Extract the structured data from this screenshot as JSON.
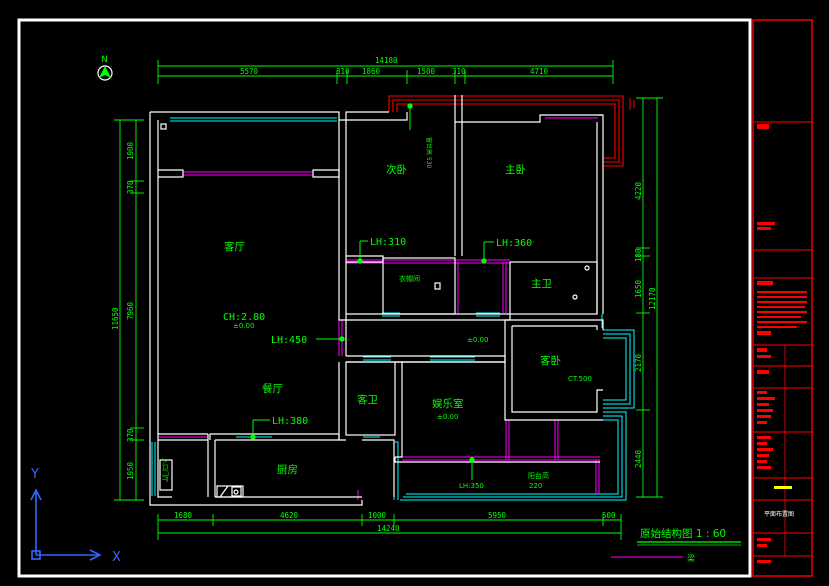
{
  "north_label": "N",
  "axis": {
    "x": "X",
    "y": "Y"
  },
  "dims_top": {
    "overall": "14180",
    "segments": [
      "5570",
      "310",
      "1860",
      "1500",
      "310",
      "4710"
    ]
  },
  "dims_bottom": {
    "overall": "14240",
    "segments": [
      "1680",
      "4620",
      "1000",
      "5950",
      "500"
    ]
  },
  "dims_left": {
    "overall": "11650",
    "segments": [
      "1900",
      "370",
      "7960",
      "370",
      "1950"
    ]
  },
  "dims_right": {
    "overall": "12170",
    "segments": [
      "4220",
      "180",
      "1650",
      "2170",
      "2440"
    ]
  },
  "rooms": {
    "living": "客厅",
    "dining": "餐厅",
    "second_bed": "次卧",
    "master_bed": "主卧",
    "closet": "衣帽间",
    "master_bath": "主卫",
    "guest_bed": "客卧",
    "guest_bath": "客卫",
    "entertainment": "娱乐室",
    "kitchen": "厨房",
    "balcony": "阳台高",
    "entry": "入口门厅"
  },
  "annotations": {
    "ch": "CH:2.80",
    "zero_living": "±0.00",
    "zero_hall": "±0.00",
    "zero_ent": "±0.00",
    "lh310": "LH:310",
    "lh360": "LH:360",
    "lh450": "LH:450",
    "lh380": "LH:380",
    "lh350": "LH:350",
    "balcony_h": "220",
    "ct500": "CT.500",
    "vert_note": "窗台高 530"
  },
  "drawing_title": "原始结构图  1 : 60",
  "legend_label": "梁",
  "title_block": {
    "sheet_name": "平面布置图"
  },
  "colors": {
    "background": "#000000",
    "frame": "#ffffff",
    "wall": "#ffffff",
    "dimension": "#00ff00",
    "beam": "#ff00ff",
    "window": "#00ffff",
    "railing": "#ff0000",
    "label": "#00ff00",
    "titleblock": "#ff0000",
    "axis": "#3366ff"
  }
}
